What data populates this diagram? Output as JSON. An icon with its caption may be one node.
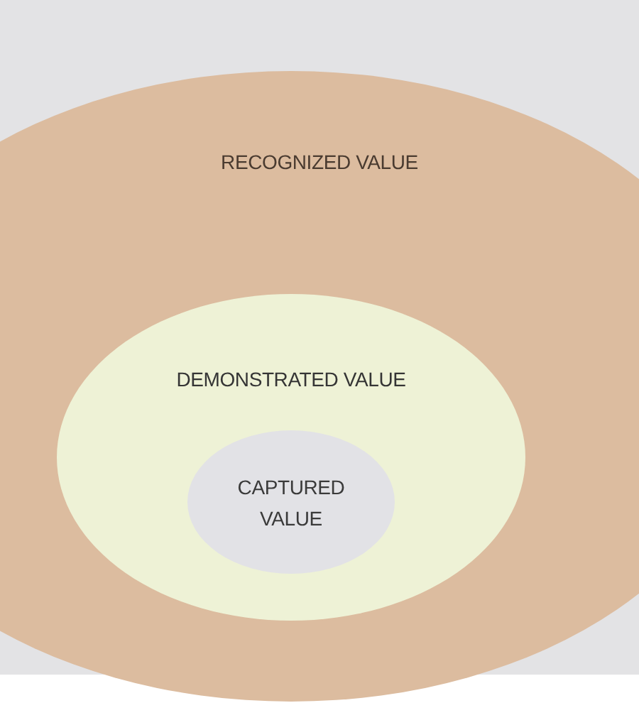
{
  "diagram": {
    "nodes": [
      {
        "text": [
          "RECOGNIZED VALUE"
        ]
      },
      {
        "text": [
          "DEMONSTRATED VALUE"
        ],
        "in": 0
      },
      {
        "text": [
          "CAPTURED VALUE"
        ],
        "in": 1
      }
    ]
  }
}
